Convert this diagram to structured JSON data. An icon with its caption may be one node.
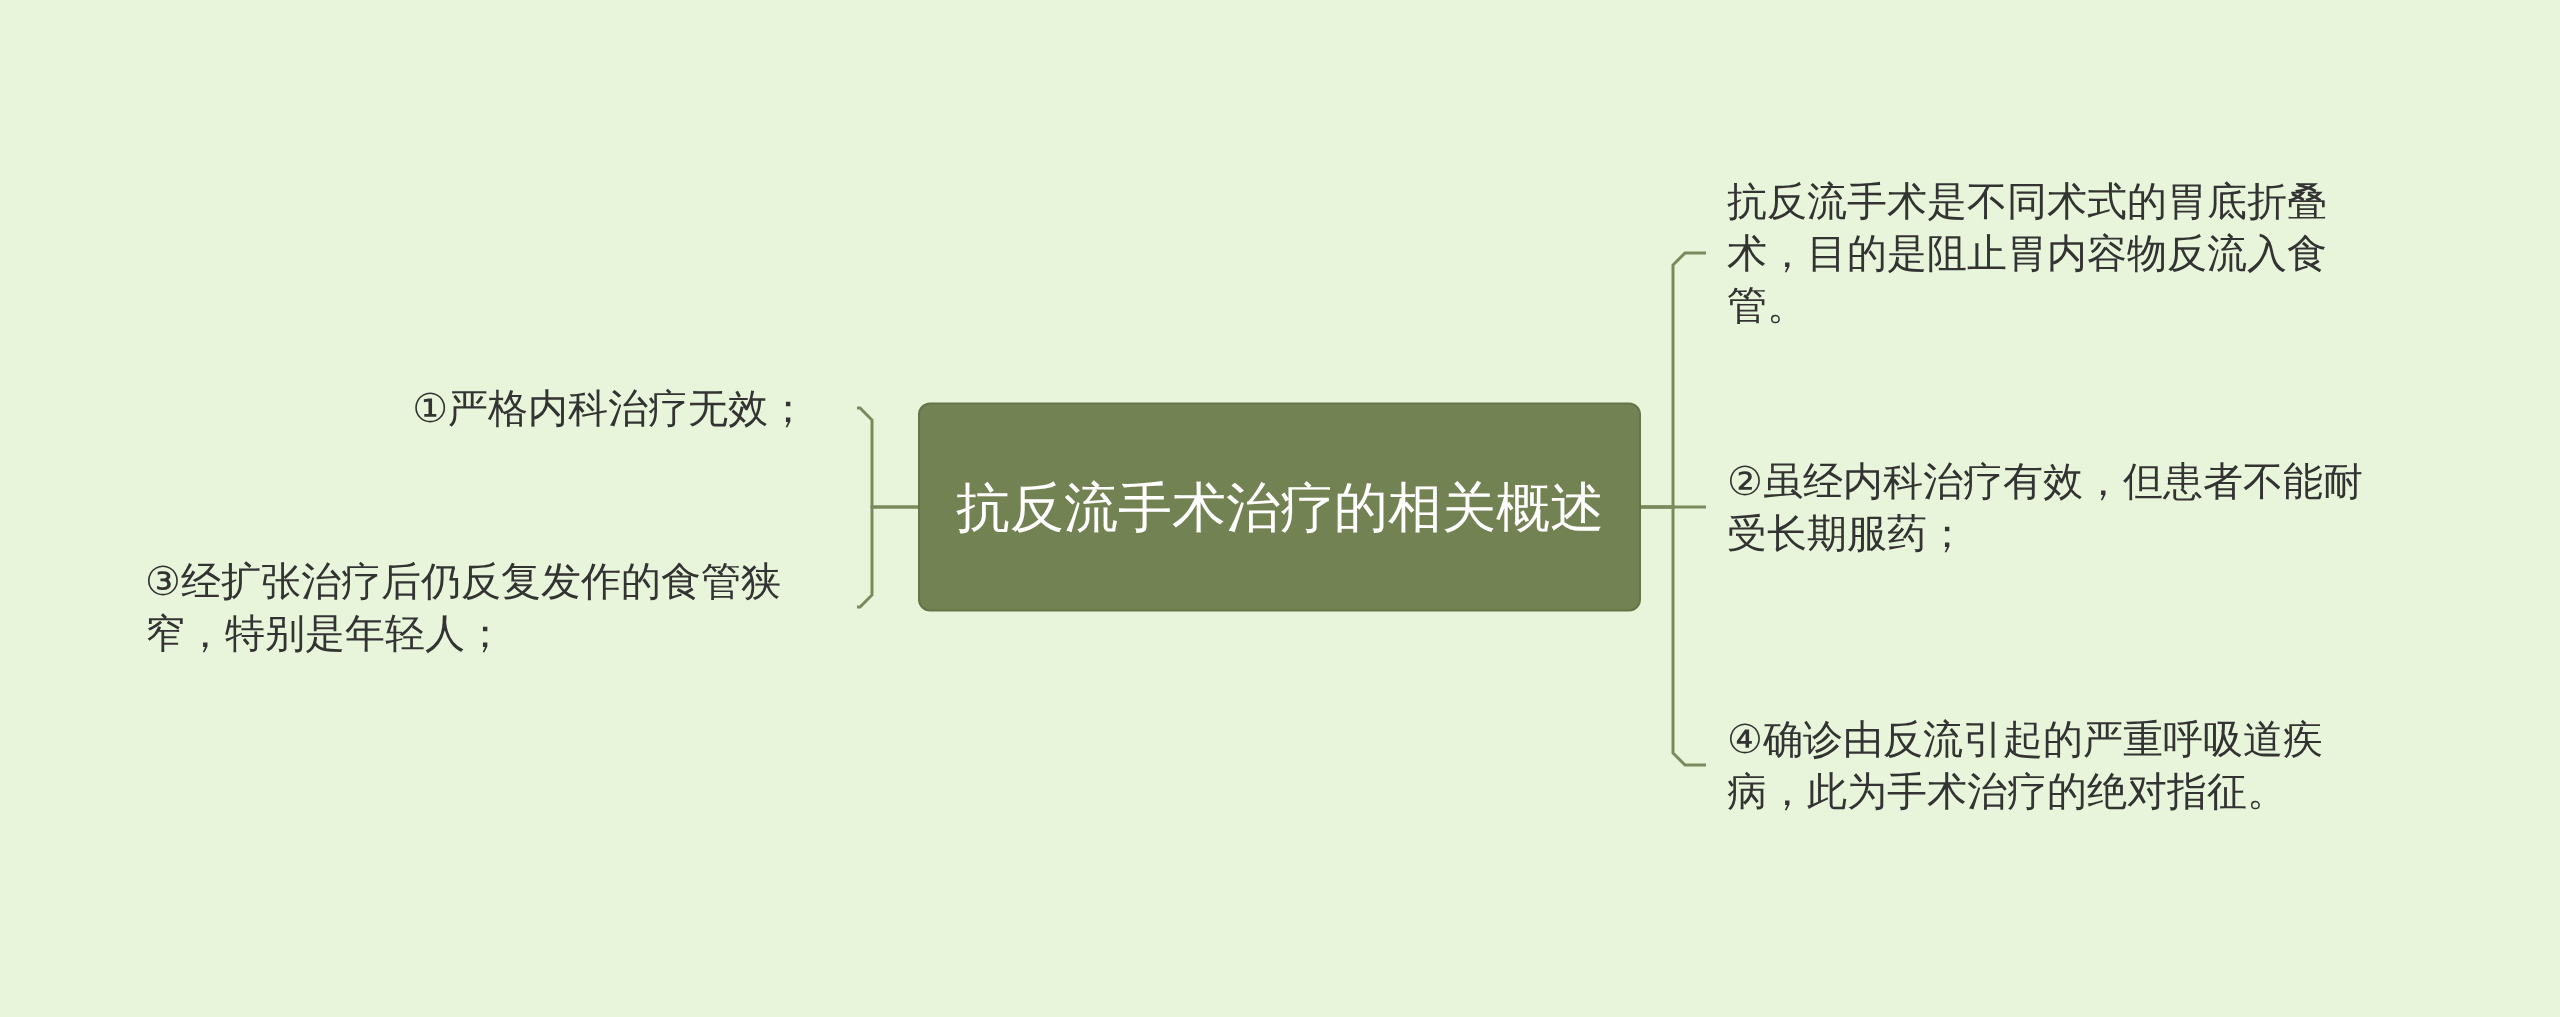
{
  "diagram": {
    "nodes": [
      {
        "text": [
          "抗反流手术治疗的相关概述"
        ]
      },
      {
        "text": [
          "①严格内科治疗无效；"
        ]
      },
      {
        "text": [
          "③经扩张治疗后仍反复发作的食管狭窄，特别是年轻人；"
        ]
      },
      {
        "text": [
          "抗反流手术是不同术式的胃底折叠术，目的是阻止胃内容物反流入食管。"
        ]
      },
      {
        "text": [
          "②虽经内科治疗有效，但患者不能耐受长期服药；"
        ]
      },
      {
        "text": [
          "④确诊由反流引起的严重呼吸道疾病，此为手术治疗的绝对指征。"
        ]
      }
    ],
    "edges": [
      {
        "from": 0,
        "to": 1,
        "arrow": "none"
      },
      {
        "from": 0,
        "to": 2,
        "arrow": "none"
      },
      {
        "from": 0,
        "to": 3,
        "arrow": "none"
      },
      {
        "from": 0,
        "to": 4,
        "arrow": "none"
      },
      {
        "from": 0,
        "to": 5,
        "arrow": "none"
      }
    ]
  }
}
